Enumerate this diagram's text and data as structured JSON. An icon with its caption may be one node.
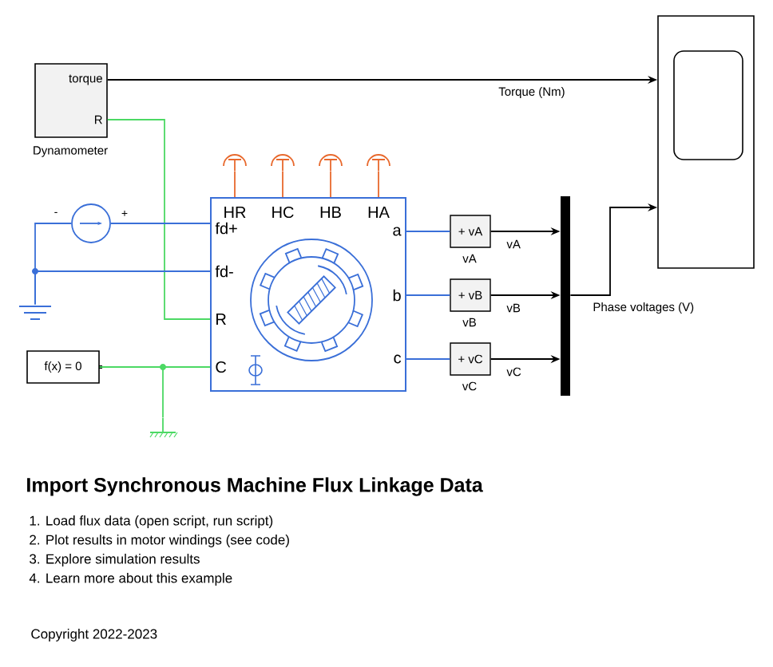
{
  "diagram": {
    "title": "Import Synchronous Machine Flux Linkage Data",
    "nodes": [
      {
        "text": [
          "torque",
          "R"
        ],
        "beside": [
          "Dynamometer"
        ]
      },
      {
        "text": [
          "HR",
          "HC",
          "HB",
          "HA",
          "fd+",
          "fd-",
          "R",
          "C",
          "a",
          "b",
          "c"
        ]
      },
      {
        "text": [],
        "shape": "circle",
        "beside": [
          "-",
          "+"
        ]
      },
      {
        "text": [],
        "shape": "ground"
      },
      {
        "text": [
          "f(x) = 0"
        ]
      },
      {
        "text": [],
        "shape": "ground"
      },
      {
        "text": [],
        "shape": "port"
      },
      {
        "text": [],
        "shape": "port"
      },
      {
        "text": [],
        "shape": "port"
      },
      {
        "text": [],
        "shape": "port"
      },
      {
        "text": [
          "+ vA"
        ],
        "beside": [
          "vA"
        ]
      },
      {
        "text": [
          "+ vB"
        ],
        "beside": [
          "vB"
        ]
      },
      {
        "text": [
          "+ vC"
        ],
        "beside": [
          "vC"
        ]
      },
      {
        "text": [],
        "shape": "bar"
      },
      {
        "text": [],
        "shape": "box"
      }
    ],
    "edges": [
      {
        "from": 0,
        "to": 14,
        "arrow": "to",
        "label": "Torque (Nm)",
        "color": "#000000"
      },
      {
        "from": 0,
        "to": 1,
        "arrow": "none",
        "color": "#4cd964"
      },
      {
        "from": 2,
        "to": 1,
        "arrow": "none",
        "color": "#3a6fd8"
      },
      {
        "from": 2,
        "to": 3,
        "arrow": "none",
        "color": "#3a6fd8"
      },
      {
        "from": 3,
        "to": 1,
        "arrow": "none",
        "color": "#3a6fd8"
      },
      {
        "from": 4,
        "to": 1,
        "arrow": "none",
        "color": "#4cd964"
      },
      {
        "from": 5,
        "to": 1,
        "arrow": "none",
        "color": "#4cd964"
      },
      {
        "from": 6,
        "to": 1,
        "arrow": "none",
        "color": "#e8692d"
      },
      {
        "from": 7,
        "to": 1,
        "arrow": "none",
        "color": "#e8692d"
      },
      {
        "from": 8,
        "to": 1,
        "arrow": "none",
        "color": "#e8692d"
      },
      {
        "from": 9,
        "to": 1,
        "arrow": "none",
        "color": "#e8692d"
      },
      {
        "from": 1,
        "to": 10,
        "arrow": "none",
        "color": "#3a6fd8"
      },
      {
        "from": 1,
        "to": 11,
        "arrow": "none",
        "color": "#3a6fd8"
      },
      {
        "from": 1,
        "to": 12,
        "arrow": "none",
        "color": "#3a6fd8"
      },
      {
        "from": 10,
        "to": 13,
        "arrow": "to",
        "label": "vA",
        "color": "#000000"
      },
      {
        "from": 11,
        "to": 13,
        "arrow": "to",
        "label": "vB",
        "color": "#000000"
      },
      {
        "from": 12,
        "to": 13,
        "arrow": "to",
        "label": "vC",
        "color": "#000000"
      },
      {
        "from": 13,
        "to": 14,
        "arrow": "to",
        "label": "Phase voltages (V)",
        "color": "#000000"
      }
    ],
    "labels": [
      "1. Load flux data (open script, run script)",
      "2. Plot results in motor windings (see code)",
      "3. Explore simulation results",
      "4. Learn more about this example",
      "Copyright 2022-2023"
    ]
  }
}
